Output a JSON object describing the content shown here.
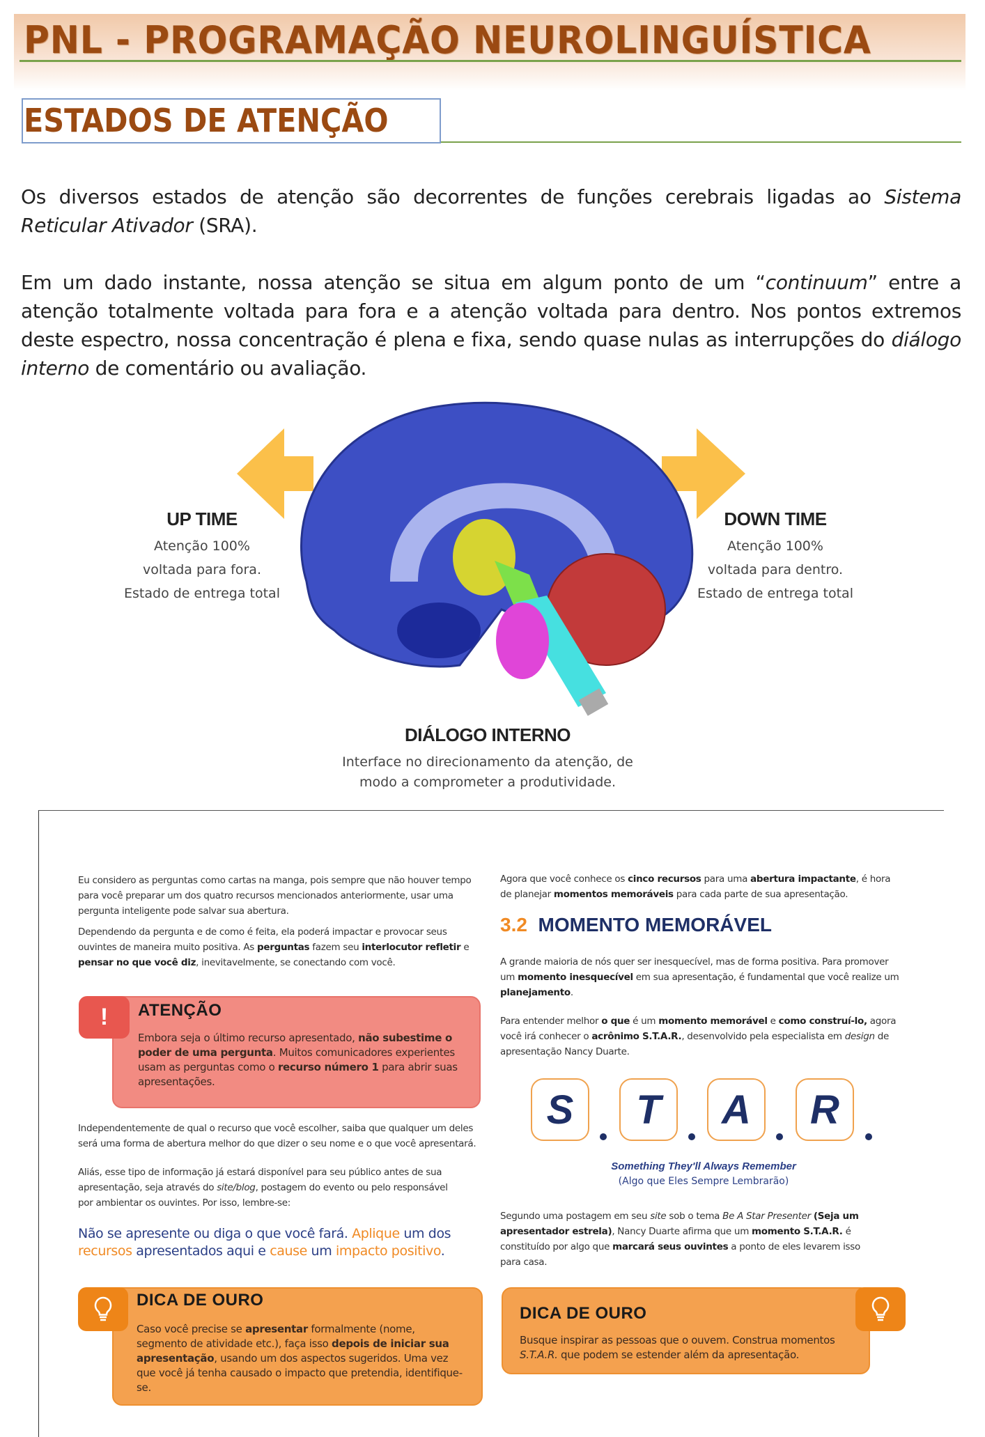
{
  "header": {
    "title": "PNL - PROGRAMAÇÃO NEUROLINGUÍSTICA",
    "section_title": "ESTADOS DE ATENÇÃO"
  },
  "intro": {
    "p1": [
      {
        "t": "Os diversos estados de atenção são decorrentes de funções cerebrais ligadas ao "
      },
      {
        "t": "Sistema Reticular Ativador",
        "i": true
      },
      {
        "t": " (SRA)."
      }
    ],
    "p2": [
      {
        "t": "Em um dado instante, nossa atenção se situa em algum ponto de um “"
      },
      {
        "t": "continuum",
        "i": true
      },
      {
        "t": "” entre a atenção totalmente voltada para fora e a atenção voltada para dentro. Nos pontos extremos deste espectro, nossa concentração é plena e fixa, sendo quase nulas as interrupções do "
      },
      {
        "t": "diálogo interno",
        "i": true
      },
      {
        "t": " de comentário ou avaliação."
      }
    ]
  },
  "diagram": {
    "up_time": {
      "title": "UP TIME",
      "lines": [
        "Atenção 100%",
        "voltada para fora.",
        "Estado de entrega total"
      ]
    },
    "down_time": {
      "title": "DOWN TIME",
      "lines": [
        "Atenção 100%",
        "voltada para dentro.",
        "Estado de entrega total"
      ]
    },
    "dialogo": {
      "title": "DIÁLOGO INTERNO",
      "lines": [
        "Interface no direcionamento da atenção, de",
        "modo a comprometer a produtividade."
      ]
    },
    "colors": {
      "arrow": "#fbc04a",
      "cortex": "#3d4fc4",
      "cerebellum": "#c23a3a"
    }
  },
  "left": {
    "p1": [
      {
        "t": "Eu considero as perguntas como cartas na manga, pois sempre que não houver tempo para você preparar um dos quatro recursos mencionados anteriormente, usar uma pergunta inteligente pode salvar sua abertura."
      }
    ],
    "p2": [
      {
        "t": "Dependendo da pergunta e de como é feita, ela poderá impactar e provocar seus ouvintes de maneira muito positiva. As "
      },
      {
        "t": "perguntas",
        "b": true
      },
      {
        "t": " fazem seu "
      },
      {
        "t": "interlocutor refletir",
        "b": true
      },
      {
        "t": " e "
      },
      {
        "t": "pensar no que você diz",
        "b": true
      },
      {
        "t": ", inevitavelmente, se conectando com você."
      }
    ],
    "attention": {
      "icon": "!",
      "title": "ATENÇÃO",
      "text": [
        {
          "t": "Embora seja o último recurso apresentado, "
        },
        {
          "t": "não subestime o poder de uma pergunta",
          "b": true
        },
        {
          "t": ". Muitos comunicadores experientes usam as perguntas como o "
        },
        {
          "t": "recurso número 1",
          "b": true
        },
        {
          "t": " para abrir suas apresentações."
        }
      ]
    },
    "p3": [
      {
        "t": "Independentemente de qual o recurso que você escolher, saiba que qualquer um deles será uma forma de abertura melhor do que dizer o seu nome e o que você apresentará."
      }
    ],
    "p4": [
      {
        "t": "Aliás, esse tipo de informação já estará disponível para seu público antes de sua apresentação, seja através do "
      },
      {
        "t": "site/blog",
        "i": true
      },
      {
        "t": ", postagem do evento ou pelo responsável por ambientar os ouvintes. Por isso, lembre-se:"
      }
    ],
    "quote": [
      {
        "t": "Não se apresente ou diga o que você fará. "
      },
      {
        "t": "Aplique",
        "o": true
      },
      {
        "t": " um dos "
      },
      {
        "t": "recursos",
        "o": true
      },
      {
        "t": " apresentados aqui e "
      },
      {
        "t": "cause",
        "o": true
      },
      {
        "t": " um "
      },
      {
        "t": "impacto positivo",
        "o": true
      },
      {
        "t": "."
      }
    ],
    "tip": {
      "title": "DICA DE OURO",
      "text": [
        {
          "t": "Caso você precise se "
        },
        {
          "t": "apresentar",
          "b": true
        },
        {
          "t": " formalmente (nome, segmento de atividade etc.), faça isso "
        },
        {
          "t": "depois de iniciar sua apresentação",
          "b": true
        },
        {
          "t": ", usando um dos aspectos sugeridos. Uma vez que você já tenha causado o impacto que pretendia, identifique-se."
        }
      ]
    }
  },
  "right": {
    "p1": [
      {
        "t": "Agora que você conhece os "
      },
      {
        "t": "cinco recursos",
        "b": true
      },
      {
        "t": " para uma "
      },
      {
        "t": "abertura impactante",
        "b": true
      },
      {
        "t": ", é hora de planejar "
      },
      {
        "t": "momentos memoráveis",
        "b": true
      },
      {
        "t": " para cada parte de sua apresentação."
      }
    ],
    "heading_number": "3.2",
    "heading_text": "MOMENTO MEMORÁVEL",
    "p2": [
      {
        "t": "A grande maioria de nós quer ser inesquecível, mas de forma positiva. Para promover um "
      },
      {
        "t": "momento inesquecível",
        "b": true
      },
      {
        "t": " em sua apresentação, é fundamental que você realize um "
      },
      {
        "t": "planejamento",
        "b": true
      },
      {
        "t": "."
      }
    ],
    "p3": [
      {
        "t": "Para entender melhor "
      },
      {
        "t": "o que",
        "b": true
      },
      {
        "t": " é um "
      },
      {
        "t": "momento memorável",
        "b": true
      },
      {
        "t": " e "
      },
      {
        "t": "como construí-lo,",
        "b": true
      },
      {
        "t": " agora você irá conhecer o "
      },
      {
        "t": "acrônimo S.T.A.R.",
        "b": true
      },
      {
        "t": ", desenvolvido pela especialista em "
      },
      {
        "t": "design",
        "i": true
      },
      {
        "t": " de apresentação Nancy Duarte."
      }
    ],
    "star_letters": [
      "S",
      "T",
      "A",
      "R"
    ],
    "star_meaning": "Something They'll Always Remember",
    "star_translation": "(Algo que Eles Sempre Lembrarão)",
    "p4": [
      {
        "t": "Segundo uma postagem em seu "
      },
      {
        "t": "site",
        "i": true
      },
      {
        "t": " sob o tema "
      },
      {
        "t": "Be A Star Presenter",
        "i": true
      },
      {
        "t": " "
      },
      {
        "t": "(Seja um apresentador estrela)",
        "b": true
      },
      {
        "t": ", Nancy Duarte afirma que um "
      },
      {
        "t": "momento S.T.A.R.",
        "b": true
      },
      {
        "t": " é constituído por algo que "
      },
      {
        "t": "marcará seus ouvintes",
        "b": true
      },
      {
        "t": " a ponto de eles levarem isso para casa."
      }
    ],
    "tip": {
      "title": "DICA DE OURO",
      "text": [
        {
          "t": "Busque inspirar as pessoas que o ouvem. Construa momentos "
        },
        {
          "t": "S.T.A.R.",
          "i": true
        },
        {
          "t": " que podem se estender além da apresentação."
        }
      ]
    }
  },
  "colors": {
    "brown": "#9b4a12",
    "green_rule": "#7aa24b",
    "navy": "#1e2f66",
    "orange": "#f08a24",
    "orange_box": "#f4a14f",
    "red_box": "#f28b82",
    "red_icon": "#e8574f"
  }
}
